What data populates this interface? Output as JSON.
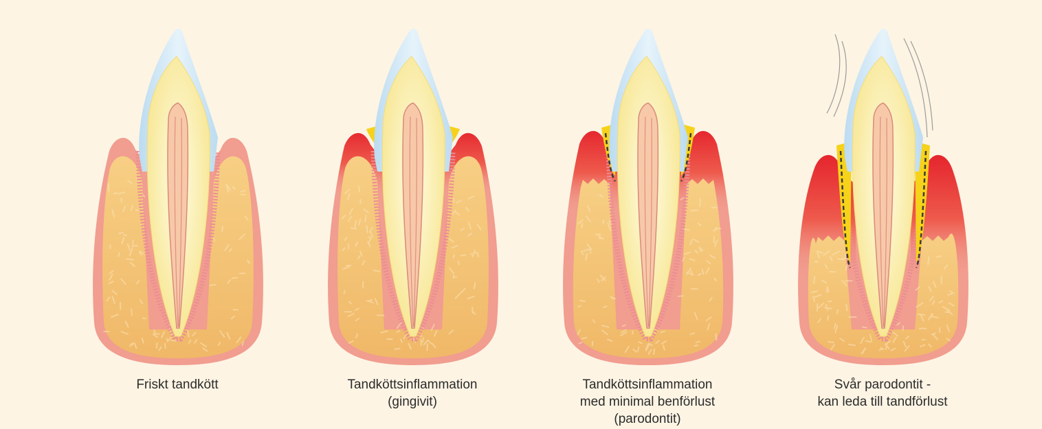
{
  "stages": [
    {
      "caption_lines": [
        "Friskt tandkött"
      ]
    },
    {
      "caption_lines": [
        "Tandköttsinflammation",
        "(gingivit)"
      ]
    },
    {
      "caption_lines": [
        "Tandköttsinflammation",
        "med minimal benförlust",
        "(parodontit)"
      ]
    },
    {
      "caption_lines": [
        "Svår parodontit -",
        "kan leda till tandförlust"
      ]
    }
  ],
  "colors": {
    "background": "#fdf4e4",
    "bone": "#f4c374",
    "gum": "#f19d8f",
    "inflamed_gum": "#e8333a",
    "enamel": "#cfe6f4",
    "dentin": "#fbf2b4",
    "pulp": "#f7c9a9",
    "plaque": "#f6d21a"
  }
}
